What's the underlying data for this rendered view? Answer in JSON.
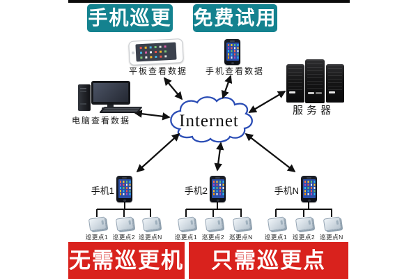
{
  "top_banners": {
    "left": "手机巡更",
    "right": "免费试用"
  },
  "bottom_banners": {
    "left": "无需巡更机",
    "right": "只需巡更点"
  },
  "cloud": {
    "label": "Internet"
  },
  "top_devices": {
    "tablet_label": "平板查看数据",
    "phone_label": "手机查看数据",
    "computer_label": "电脑查看数据",
    "server_label": "服务器"
  },
  "phone_groups": [
    {
      "label": "手机1",
      "points": [
        "巡更点1",
        "巡更点2",
        "巡更点N"
      ]
    },
    {
      "label": "手机2",
      "points": [
        "巡更点1",
        "巡更点2",
        "巡更点N"
      ]
    },
    {
      "label": "手机N",
      "points": [
        "巡更点1",
        "巡更点2",
        "巡更点N"
      ]
    }
  ],
  "colors": {
    "teal_banner": "#14828f",
    "red_banner": "#d9221d",
    "cloud_outline": "#2b4db5",
    "arrow": "#111111"
  }
}
